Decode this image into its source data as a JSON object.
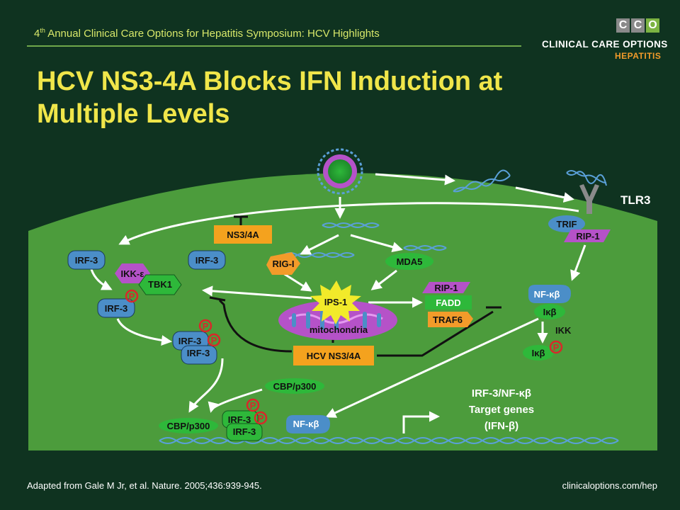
{
  "header": {
    "symposium_prefix": "4",
    "symposium_sup": "th",
    "symposium_rest": " Annual Clinical Care Options for Hepatitis Symposium: HCV Highlights",
    "title_line1": "HCV NS3-4A Blocks IFN Induction at",
    "title_line2": "Multiple Levels"
  },
  "brand": {
    "logo_letters": [
      "C",
      "C",
      "O"
    ],
    "name": "CLINICAL CARE OPTIONS",
    "sub": "HEPATITIS"
  },
  "diagram": {
    "tlr3": "TLR3",
    "trif": "TRIF",
    "rip1_tlr": "RIP-1",
    "ns34a_top": "NS3/4A",
    "irf3_left": "IRF-3",
    "irf3_mid": "IRF-3",
    "ikk_e": "IKK-ε",
    "tbk1": "TBK1",
    "irf3_p": "IRF-3",
    "p": "P",
    "irf3_dimer_a": "IRF-3",
    "irf3_dimer_b": "IRF-3",
    "rig_i": "RIG-I",
    "mda5": "MDA5",
    "ips1": "IPS-1",
    "mitochondria": "mitochondria",
    "rip1_fadd": "RIP-1",
    "fadd": "FADD",
    "traf6": "TRAF6",
    "nfkb": "NF-κβ",
    "ikb": "Iκβ",
    "ikk": "IKK",
    "ikb_p": "Iκβ",
    "hcv_ns34a": "HCV NS3/4A",
    "cbp_top": "CBP/p300",
    "cbp_dna": "CBP/p300",
    "irf3_nuc_a": "IRF-3",
    "irf3_nuc_b": "IRF-3",
    "nfkb_nuc": "NF-κβ",
    "target_line1": "IRF-3/NF-κβ",
    "target_line2": "Target genes",
    "target_line3": "(IFN-β)"
  },
  "footer": {
    "citation": "Adapted from Gale M Jr, et al. Nature. 2005;436:939-945.",
    "url": "clinicaloptions.com/hep"
  },
  "colors": {
    "background": "#0f3320",
    "cell": "#4c9c3c",
    "title": "#f0e64a",
    "accent_orange": "#f39b2a",
    "protein_blue": "#4b8ec8",
    "protein_purple": "#b552c8",
    "hcv_box": "#f4a21e",
    "phospho": "#d8282a"
  }
}
